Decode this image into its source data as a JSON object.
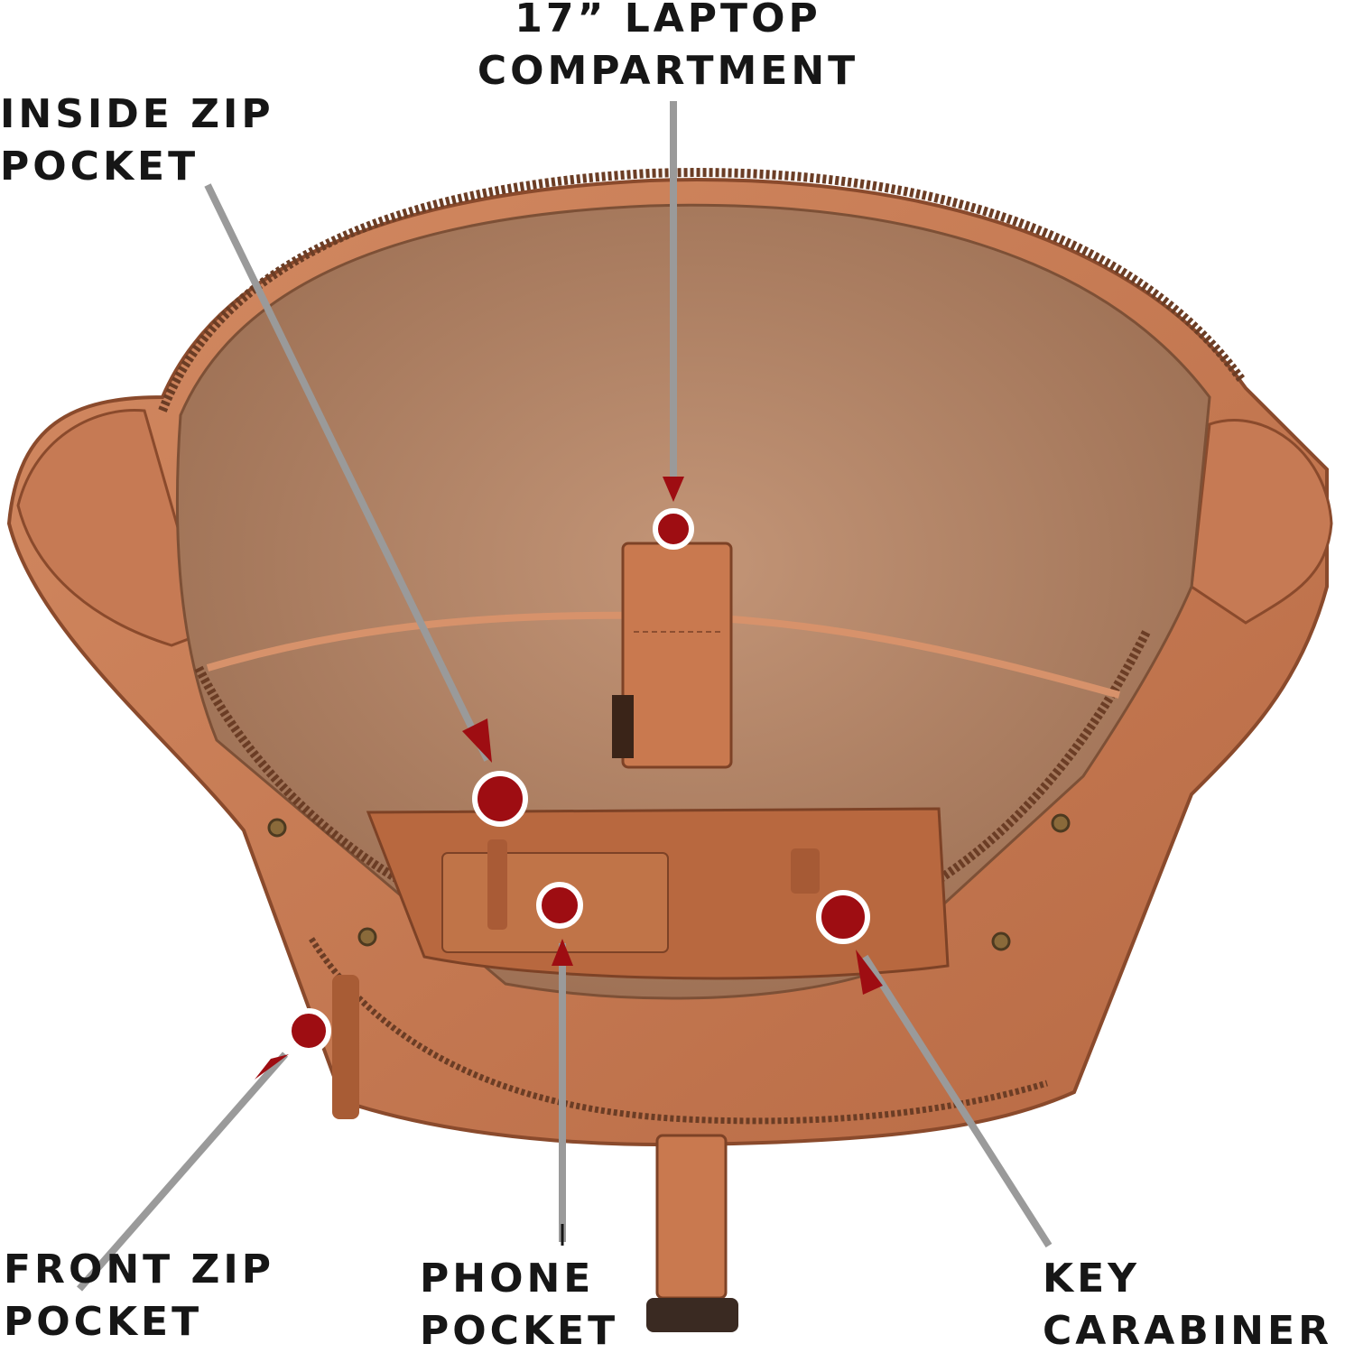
{
  "callouts": {
    "laptop": {
      "line1": "17” LAPTOP",
      "line2": "COMPARTMENT"
    },
    "inside": {
      "line1": "INSIDE ZIP",
      "line2": "POCKET"
    },
    "front": {
      "line1": "FRONT ZIP",
      "line2": "POCKET"
    },
    "phone": {
      "line1": "PHONE",
      "line2": "POCKET"
    },
    "key": {
      "line1": "KEY",
      "line2": "CARABINER"
    }
  },
  "colors": {
    "marker": "#9e0d12",
    "arrow": "#9a9a9a",
    "leather": "#c9784f",
    "lining": "#b4876a",
    "text": "#161616"
  }
}
